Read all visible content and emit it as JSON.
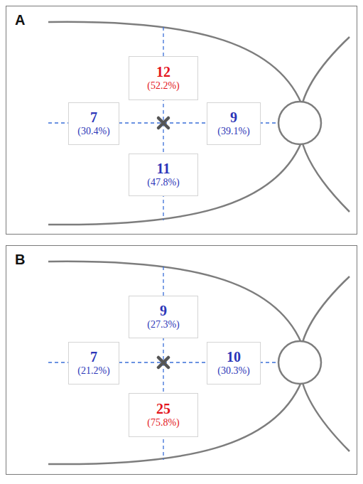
{
  "diagram": {
    "nodes": [
      {
        "text": [
          "A"
        ]
      },
      {
        "text": [
          "12",
          "(52.2%)"
        ],
        "in": 0
      },
      {
        "text": [
          "7",
          "(30.4%)"
        ],
        "in": 0
      },
      {
        "text": [
          "9",
          "(39.1%)"
        ],
        "in": 0
      },
      {
        "text": [
          "11",
          "(47.8%)"
        ],
        "in": 0
      },
      {
        "text": [
          "B"
        ]
      },
      {
        "text": [
          "9",
          "(27.3%)"
        ],
        "in": 5
      },
      {
        "text": [
          "7",
          "(21.2%)"
        ],
        "in": 5
      },
      {
        "text": [
          "10",
          "(30.3%)"
        ],
        "in": 5
      },
      {
        "text": [
          "25",
          "(75.8%)"
        ],
        "in": 5
      }
    ]
  }
}
